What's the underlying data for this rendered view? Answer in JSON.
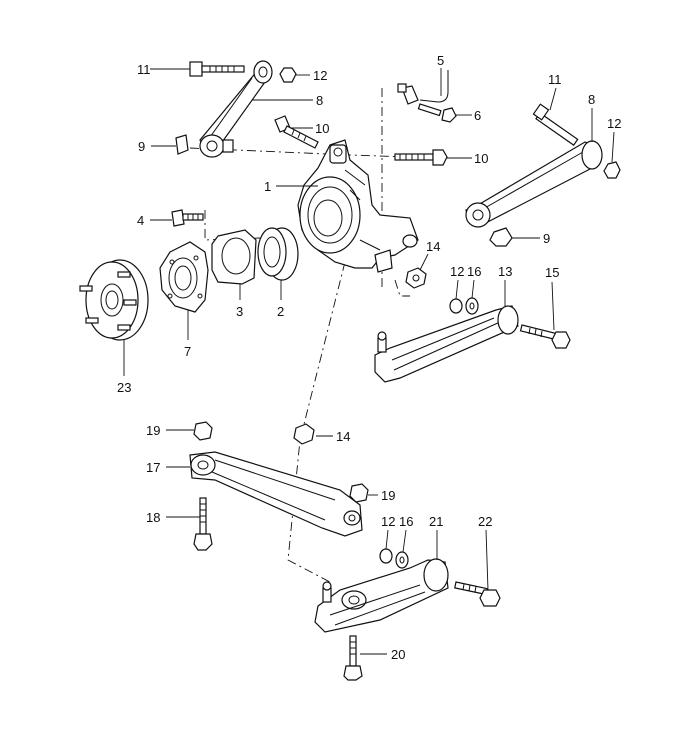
{
  "callouts": {
    "c1": "1",
    "c2": "2",
    "c3": "3",
    "c4": "4",
    "c5": "5",
    "c6": "6",
    "c7": "7",
    "c8a": "8",
    "c8b": "8",
    "c9a": "9",
    "c9b": "9",
    "c10a": "10",
    "c10b": "10",
    "c11a": "11",
    "c11b": "11",
    "c12a": "12",
    "c12b": "12",
    "c12c": "12",
    "c12d": "12",
    "c13": "13",
    "c14a": "14",
    "c14b": "14",
    "c15": "15",
    "c16a": "16",
    "c16b": "16",
    "c17": "17",
    "c18": "18",
    "c19a": "19",
    "c19b": "19",
    "c20": "20",
    "c21": "21",
    "c22": "22",
    "c23": "23"
  }
}
